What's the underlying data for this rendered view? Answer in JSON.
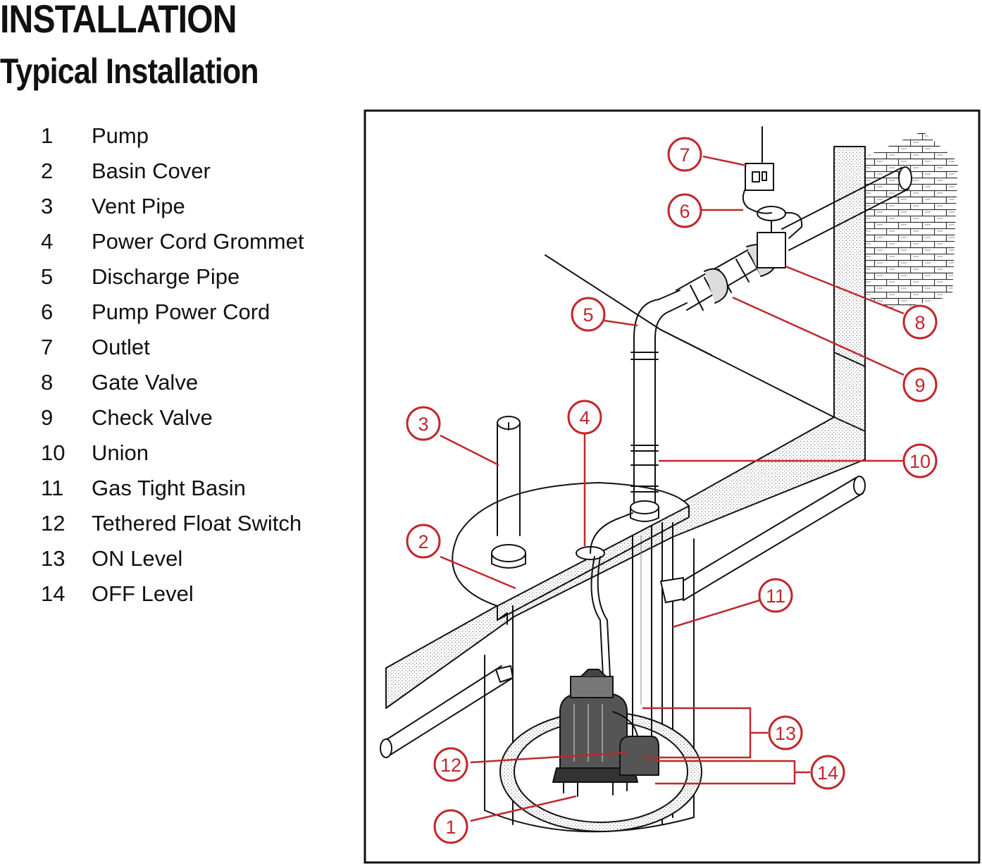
{
  "header": {
    "title": "INSTALLATION",
    "subtitle": "Typical Installation"
  },
  "legend": [
    {
      "num": "1",
      "label": "Pump"
    },
    {
      "num": "2",
      "label": "Basin Cover"
    },
    {
      "num": "3",
      "label": "Vent Pipe"
    },
    {
      "num": "4",
      "label": "Power Cord Grommet"
    },
    {
      "num": "5",
      "label": "Discharge Pipe"
    },
    {
      "num": "6",
      "label": "Pump Power Cord"
    },
    {
      "num": "7",
      "label": "Outlet"
    },
    {
      "num": "8",
      "label": "Gate Valve"
    },
    {
      "num": "9",
      "label": "Check Valve"
    },
    {
      "num": "10",
      "label": "Union"
    },
    {
      "num": "11",
      "label": "Gas Tight Basin"
    },
    {
      "num": "12",
      "label": "Tethered Float Switch"
    },
    {
      "num": "13",
      "label": "ON Level"
    },
    {
      "num": "14",
      "label": "OFF Level"
    }
  ],
  "callouts": [
    "1",
    "2",
    "3",
    "4",
    "5",
    "6",
    "7",
    "8",
    "9",
    "10",
    "11",
    "12",
    "13",
    "14"
  ],
  "colors": {
    "callout": "#c0272d",
    "line_art": "#111111",
    "background": "#ffffff"
  }
}
